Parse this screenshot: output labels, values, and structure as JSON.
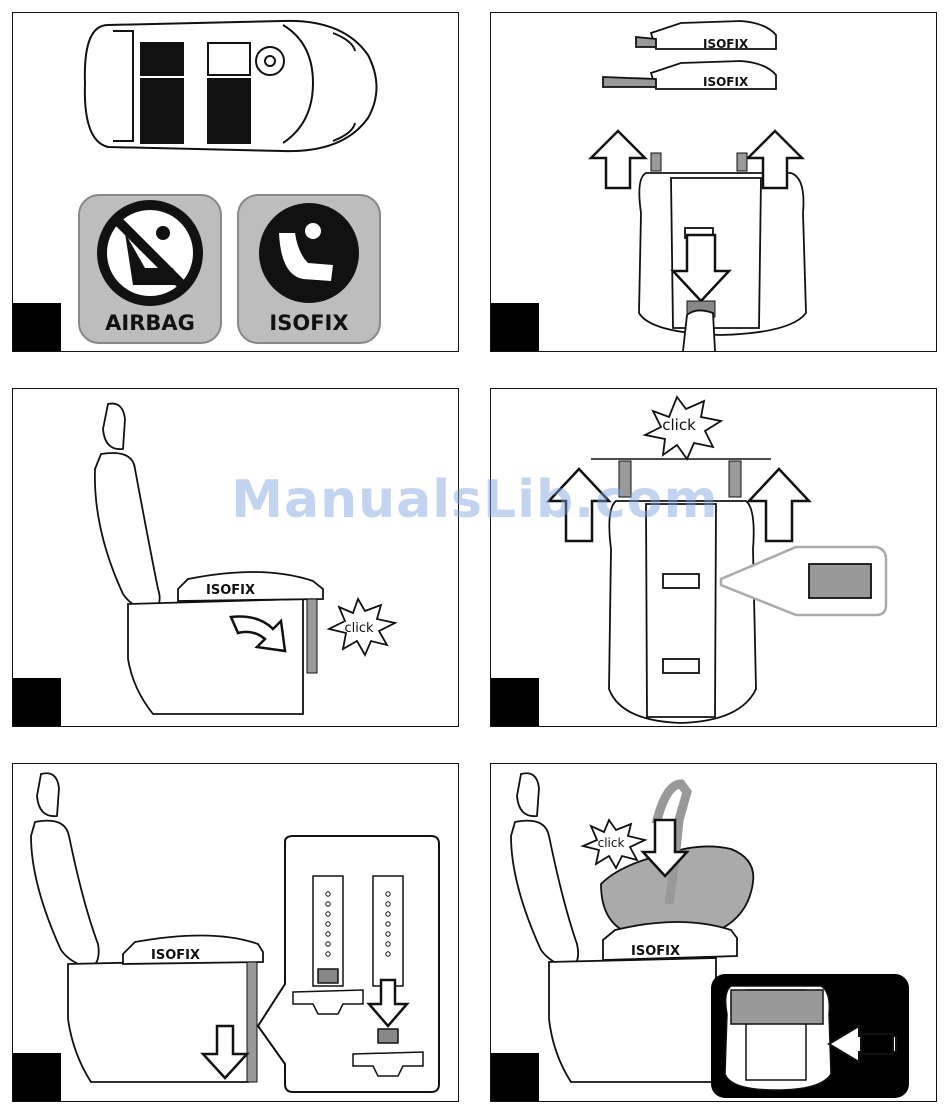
{
  "panels": {
    "p1": {
      "airbag_label": "AIRBAG",
      "isofix_label": "ISOFIX"
    },
    "p2": {
      "brand_top": "ISOFIX",
      "brand_bottom": "ISOFIX"
    },
    "p3": {
      "brand": "ISOFIX",
      "click": "click"
    },
    "p4": {
      "click": "click"
    },
    "p5": {
      "brand": "ISOFIX"
    },
    "p6": {
      "brand": "ISOFIX",
      "click": "click"
    }
  },
  "watermark": "ManualsLib.com"
}
